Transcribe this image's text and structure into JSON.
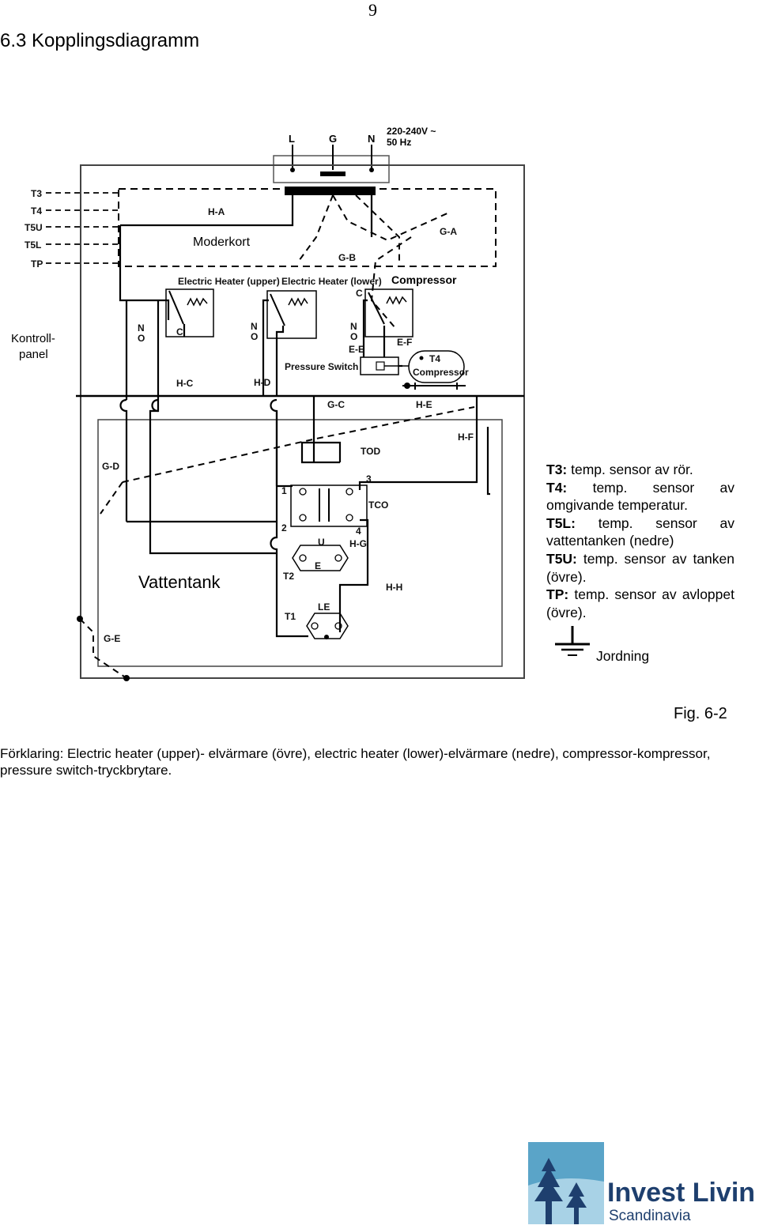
{
  "page": {
    "number": "9",
    "heading": "6.3 Kopplingsdiagramm"
  },
  "diagram": {
    "supply": {
      "l": "L",
      "g": "G",
      "n": "N",
      "voltage": "220-240V ~",
      "frequency": "50 Hz"
    },
    "sensors": [
      "T3",
      "T4",
      "T5U",
      "T5L",
      "TP"
    ],
    "panel_label": "Kontroll-\npanel",
    "board_label": "Moderkort",
    "tank_label": "Vattentank",
    "components": {
      "heater_upper": "Electric Heater (upper)",
      "heater_lower": "Electric Heater (lower)",
      "compressor": "Compressor",
      "pressure_switch": "Pressure Switch",
      "compressor_t4": "T4",
      "compressor_unit": "Compressor",
      "tod": "TOD",
      "tco": "TCO",
      "u": "U",
      "e": "E",
      "le": "LE",
      "t1": "T1",
      "t2": "T2",
      "c": "C",
      "n": "N",
      "o": "O",
      "pin1": "1",
      "pin2": "2",
      "pin3": "3",
      "pin4": "4"
    },
    "conductors": [
      "H-A",
      "G-A",
      "G-B",
      "H-C",
      "H-D",
      "E-E",
      "E-F",
      "G-C",
      "H-E",
      "H-F",
      "G-D",
      "H-G",
      "H-H",
      "G-E"
    ]
  },
  "legend": {
    "t3": {
      "code": "T3:",
      "text": "temp. sensor av rör."
    },
    "t4": {
      "code": "T4:",
      "text": "temp. sensor av omgivande temperatur."
    },
    "t5l": {
      "code": "T5L:",
      "text": "temp. sensor av vattentanken (nedre)"
    },
    "t5u": {
      "code": "T5U:",
      "text": "temp. sensor av tanken (övre)."
    },
    "tp": {
      "code": "TP:",
      "text": "temp. sensor av avloppet (övre)."
    },
    "ground": "Jordning"
  },
  "figure_label": "Fig. 6-2",
  "caption": "Förklaring: Electric heater (upper)- elvärmare (övre), electric heater (lower)-elvärmare (nedre), compressor-kompressor, pressure switch-tryckbrytare.",
  "brand": {
    "line1": "Invest Living",
    "line2": "Scandinavia",
    "color_dark": "#1e3f6e",
    "color_light": "#5aa4c8"
  }
}
